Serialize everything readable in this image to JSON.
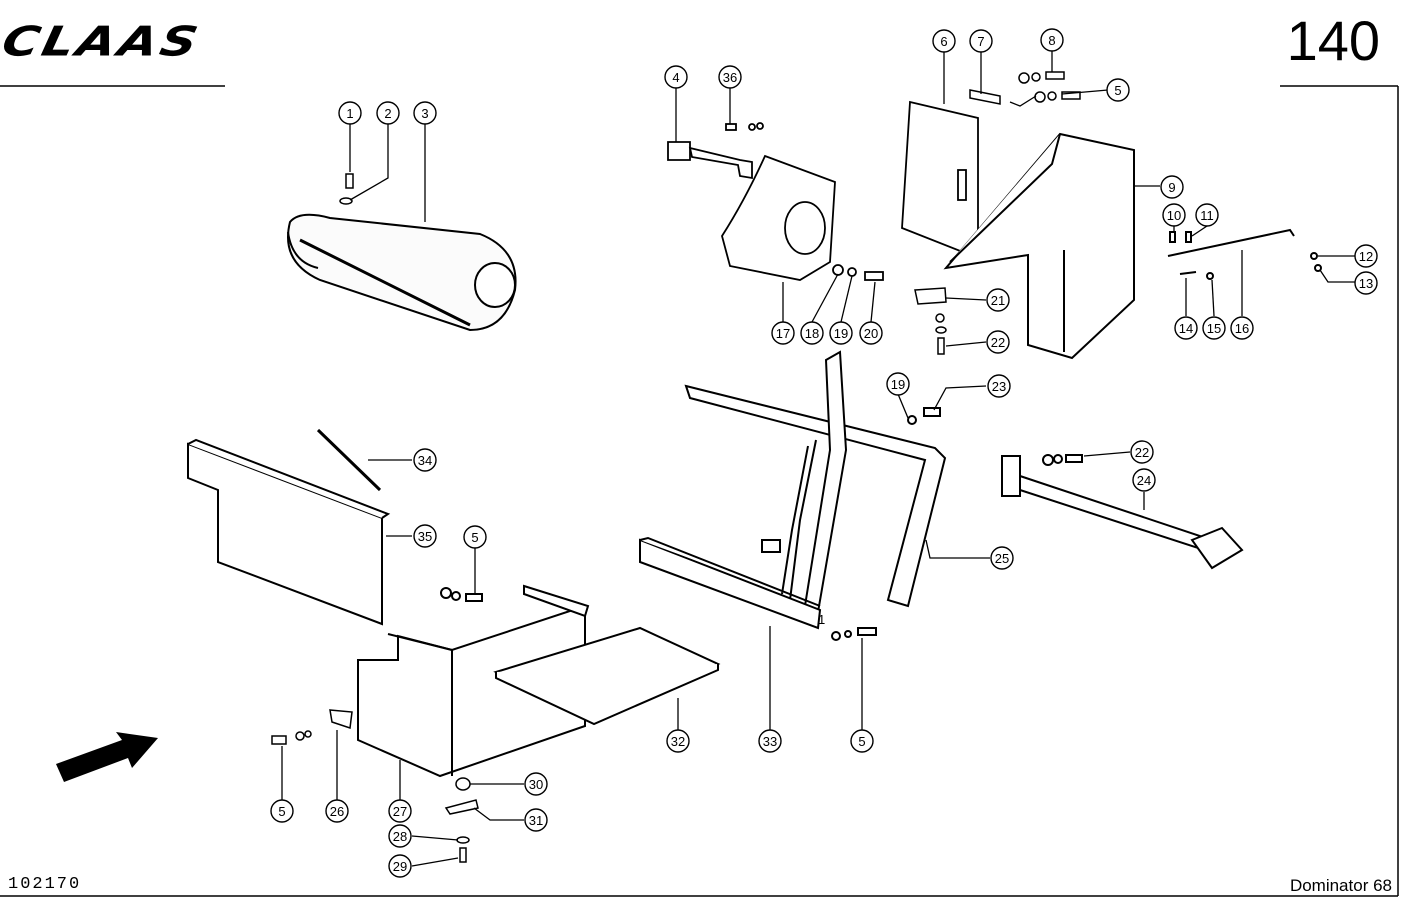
{
  "header": {
    "brand": "CLAAS",
    "page_number": "140"
  },
  "footer": {
    "doc_code": "102170",
    "model": "Dominator 68"
  },
  "callouts": {
    "c1": "1",
    "c2": "2",
    "c3": "3",
    "c4": "4",
    "c36": "36",
    "c6": "6",
    "c7": "7",
    "c8": "8",
    "c5a": "5",
    "c9": "9",
    "c10": "10",
    "c11": "11",
    "c12": "12",
    "c13": "13",
    "c14": "14",
    "c15": "15",
    "c16": "16",
    "c17": "17",
    "c18": "18",
    "c19a": "19",
    "c20": "20",
    "c21": "21",
    "c22a": "22",
    "c19b": "19",
    "c23": "23",
    "c22b": "22",
    "c24": "24",
    "c25": "25",
    "c34": "34",
    "c35": "35",
    "c5b": "5",
    "c32": "32",
    "c33": "33",
    "c5c": "5",
    "c5d": "5",
    "c26": "26",
    "c27": "27",
    "c30": "30",
    "c31": "31",
    "c28": "28",
    "c29": "29"
  },
  "annotations": {
    "small_one": "1"
  },
  "icons": {
    "direction": "travel-direction-arrow-icon"
  }
}
